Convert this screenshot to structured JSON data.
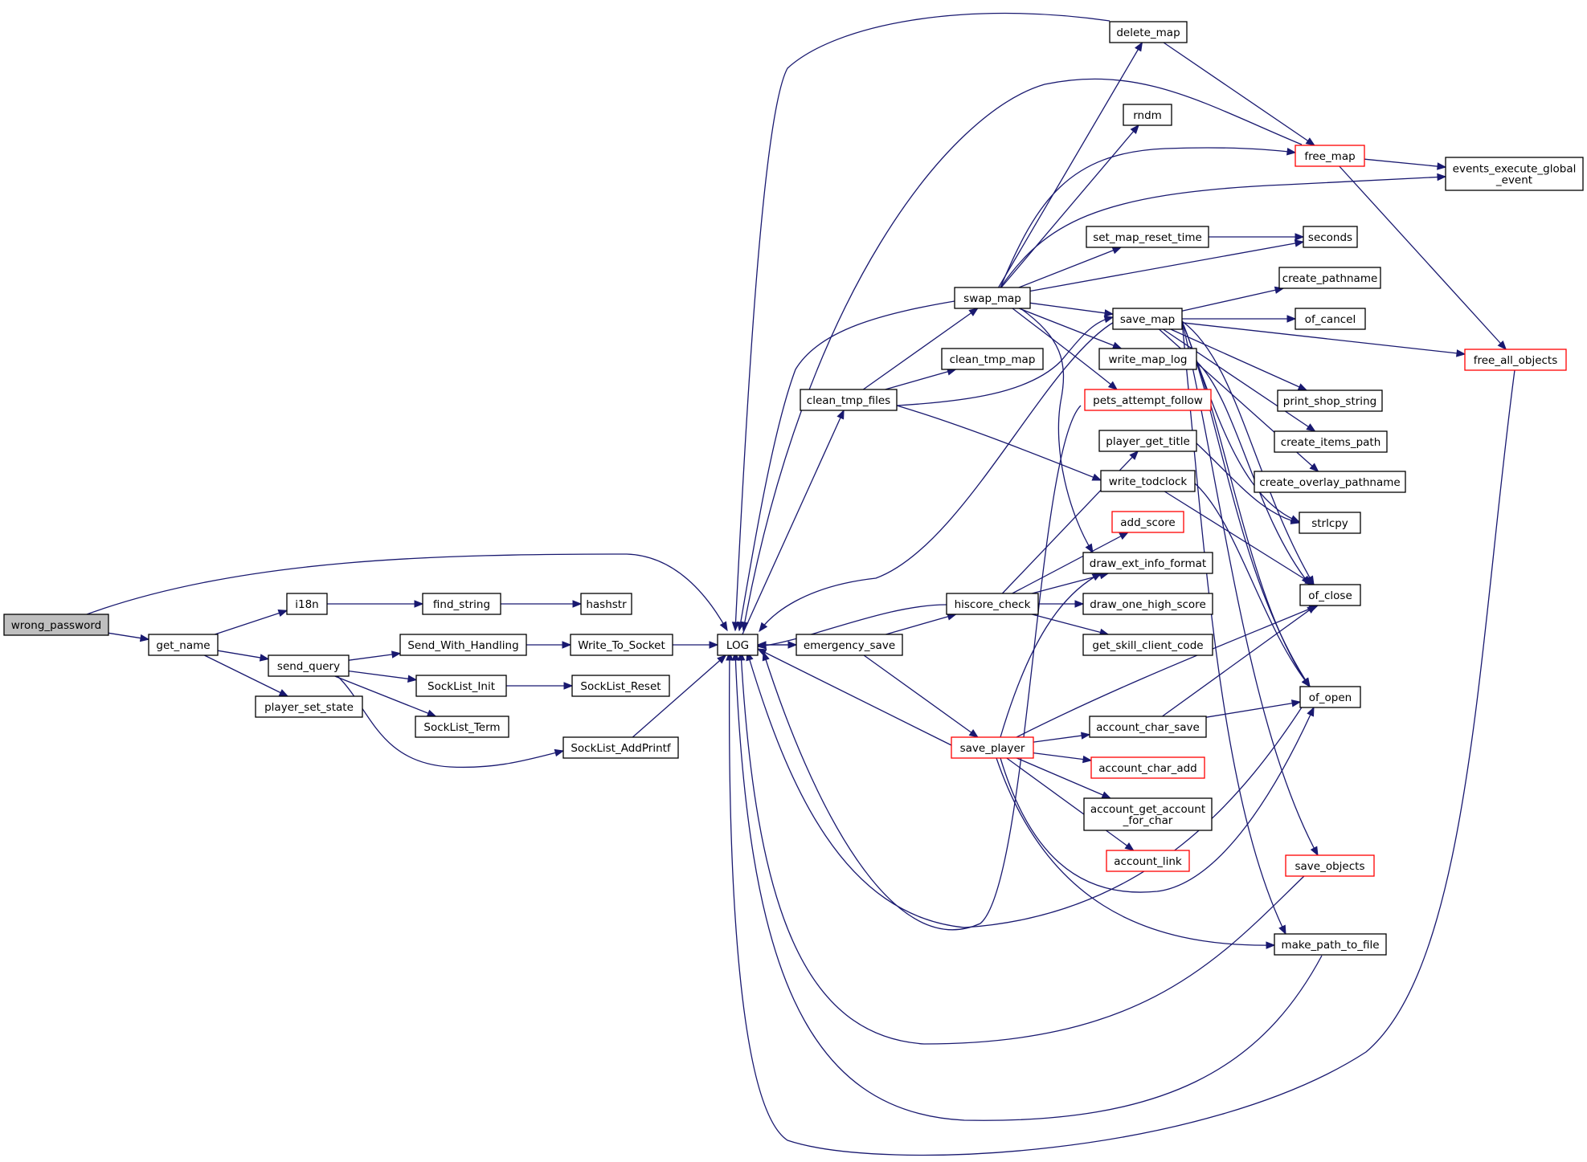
{
  "colors": {
    "edge": "#191970",
    "node_border": "#000000",
    "node_border_truncated": "#ff0000",
    "root_fill": "#bfbfbf"
  },
  "nodes": [
    {
      "id": "wrong_password",
      "lines": [
        "wrong_password"
      ],
      "root": true
    },
    {
      "id": "get_name",
      "lines": [
        "get_name"
      ]
    },
    {
      "id": "i18n",
      "lines": [
        "i18n"
      ]
    },
    {
      "id": "send_query",
      "lines": [
        "send_query"
      ]
    },
    {
      "id": "player_set_state",
      "lines": [
        "player_set_state"
      ]
    },
    {
      "id": "find_string",
      "lines": [
        "find_string"
      ]
    },
    {
      "id": "hashstr",
      "lines": [
        "hashstr"
      ]
    },
    {
      "id": "Send_With_Handling",
      "lines": [
        "Send_With_Handling"
      ]
    },
    {
      "id": "Write_To_Socket",
      "lines": [
        "Write_To_Socket"
      ]
    },
    {
      "id": "SockList_Init",
      "lines": [
        "SockList_Init"
      ]
    },
    {
      "id": "SockList_Reset",
      "lines": [
        "SockList_Reset"
      ]
    },
    {
      "id": "SockList_Term",
      "lines": [
        "SockList_Term"
      ]
    },
    {
      "id": "SockList_AddPrintf",
      "lines": [
        "SockList_AddPrintf"
      ]
    },
    {
      "id": "LOG",
      "lines": [
        "LOG"
      ]
    },
    {
      "id": "emergency_save",
      "lines": [
        "emergency_save"
      ]
    },
    {
      "id": "clean_tmp_files",
      "lines": [
        "clean_tmp_files"
      ]
    },
    {
      "id": "swap_map",
      "lines": [
        "swap_map"
      ]
    },
    {
      "id": "clean_tmp_map",
      "lines": [
        "clean_tmp_map"
      ]
    },
    {
      "id": "hiscore_check",
      "lines": [
        "hiscore_check"
      ]
    },
    {
      "id": "save_player",
      "lines": [
        "save_player"
      ],
      "red": true
    },
    {
      "id": "delete_map",
      "lines": [
        "delete_map"
      ]
    },
    {
      "id": "rndm",
      "lines": [
        "rndm"
      ]
    },
    {
      "id": "set_map_reset_time",
      "lines": [
        "set_map_reset_time"
      ]
    },
    {
      "id": "save_map",
      "lines": [
        "save_map"
      ]
    },
    {
      "id": "write_map_log",
      "lines": [
        "write_map_log"
      ]
    },
    {
      "id": "pets_attempt_follow",
      "lines": [
        "pets_attempt_follow"
      ],
      "red": true
    },
    {
      "id": "player_get_title",
      "lines": [
        "player_get_title"
      ]
    },
    {
      "id": "write_todclock",
      "lines": [
        "write_todclock"
      ]
    },
    {
      "id": "add_score",
      "lines": [
        "add_score"
      ],
      "red": true
    },
    {
      "id": "draw_ext_info_format",
      "lines": [
        "draw_ext_info_format"
      ]
    },
    {
      "id": "draw_one_high_score",
      "lines": [
        "draw_one_high_score"
      ]
    },
    {
      "id": "get_skill_client_code",
      "lines": [
        "get_skill_client_code"
      ]
    },
    {
      "id": "account_char_save",
      "lines": [
        "account_char_save"
      ]
    },
    {
      "id": "account_char_add",
      "lines": [
        "account_char_add"
      ],
      "red": true
    },
    {
      "id": "account_get_account_for_char",
      "lines": [
        "account_get_account",
        "_for_char"
      ]
    },
    {
      "id": "account_link",
      "lines": [
        "account_link"
      ],
      "red": true
    },
    {
      "id": "free_map",
      "lines": [
        "free_map"
      ],
      "red": true
    },
    {
      "id": "events_execute_global_event",
      "lines": [
        "events_execute_global",
        "_event"
      ]
    },
    {
      "id": "seconds",
      "lines": [
        "seconds"
      ]
    },
    {
      "id": "create_pathname",
      "lines": [
        "create_pathname"
      ]
    },
    {
      "id": "of_cancel",
      "lines": [
        "of_cancel"
      ]
    },
    {
      "id": "free_all_objects",
      "lines": [
        "free_all_objects"
      ],
      "red": true
    },
    {
      "id": "print_shop_string",
      "lines": [
        "print_shop_string"
      ]
    },
    {
      "id": "create_items_path",
      "lines": [
        "create_items_path"
      ]
    },
    {
      "id": "create_overlay_pathname",
      "lines": [
        "create_overlay_pathname"
      ]
    },
    {
      "id": "strlcpy",
      "lines": [
        "strlcpy"
      ]
    },
    {
      "id": "of_close",
      "lines": [
        "of_close"
      ]
    },
    {
      "id": "of_open",
      "lines": [
        "of_open"
      ]
    },
    {
      "id": "save_objects",
      "lines": [
        "save_objects"
      ],
      "red": true
    },
    {
      "id": "make_path_to_file",
      "lines": [
        "make_path_to_file"
      ]
    }
  ],
  "edges": [
    [
      "wrong_password",
      "get_name"
    ],
    [
      "wrong_password",
      "LOG"
    ],
    [
      "get_name",
      "i18n"
    ],
    [
      "get_name",
      "send_query"
    ],
    [
      "get_name",
      "player_set_state"
    ],
    [
      "i18n",
      "find_string"
    ],
    [
      "find_string",
      "hashstr"
    ],
    [
      "send_query",
      "Send_With_Handling"
    ],
    [
      "send_query",
      "SockList_Init"
    ],
    [
      "send_query",
      "SockList_Term"
    ],
    [
      "send_query",
      "SockList_AddPrintf"
    ],
    [
      "Send_With_Handling",
      "Write_To_Socket"
    ],
    [
      "Write_To_Socket",
      "LOG"
    ],
    [
      "SockList_Init",
      "SockList_Reset"
    ],
    [
      "SockList_AddPrintf",
      "LOG"
    ],
    [
      "LOG",
      "emergency_save"
    ],
    [
      "LOG",
      "clean_tmp_files"
    ],
    [
      "emergency_save",
      "LOG"
    ],
    [
      "emergency_save",
      "hiscore_check"
    ],
    [
      "emergency_save",
      "save_player"
    ],
    [
      "clean_tmp_files",
      "swap_map"
    ],
    [
      "clean_tmp_files",
      "clean_tmp_map"
    ],
    [
      "clean_tmp_files",
      "save_map"
    ],
    [
      "clean_tmp_files",
      "write_todclock"
    ],
    [
      "swap_map",
      "LOG"
    ],
    [
      "swap_map",
      "delete_map"
    ],
    [
      "swap_map",
      "rndm"
    ],
    [
      "swap_map",
      "free_map"
    ],
    [
      "swap_map",
      "events_execute_global_event"
    ],
    [
      "swap_map",
      "set_map_reset_time"
    ],
    [
      "swap_map",
      "seconds"
    ],
    [
      "swap_map",
      "save_map"
    ],
    [
      "swap_map",
      "write_map_log"
    ],
    [
      "swap_map",
      "pets_attempt_follow"
    ],
    [
      "swap_map",
      "draw_ext_info_format"
    ],
    [
      "hiscore_check",
      "LOG"
    ],
    [
      "hiscore_check",
      "player_get_title"
    ],
    [
      "hiscore_check",
      "add_score"
    ],
    [
      "hiscore_check",
      "draw_ext_info_format"
    ],
    [
      "hiscore_check",
      "draw_one_high_score"
    ],
    [
      "hiscore_check",
      "get_skill_client_code"
    ],
    [
      "save_player",
      "LOG"
    ],
    [
      "save_player",
      "draw_ext_info_format"
    ],
    [
      "save_player",
      "account_char_save"
    ],
    [
      "save_player",
      "account_char_add"
    ],
    [
      "save_player",
      "account_get_account_for_char"
    ],
    [
      "save_player",
      "account_link"
    ],
    [
      "save_player",
      "of_close"
    ],
    [
      "save_player",
      "of_open"
    ],
    [
      "save_player",
      "make_path_to_file"
    ],
    [
      "delete_map",
      "LOG"
    ],
    [
      "delete_map",
      "free_map"
    ],
    [
      "free_map",
      "LOG"
    ],
    [
      "free_map",
      "events_execute_global_event"
    ],
    [
      "free_map",
      "free_all_objects"
    ],
    [
      "free_all_objects",
      "LOG"
    ],
    [
      "set_map_reset_time",
      "seconds"
    ],
    [
      "save_map",
      "LOG"
    ],
    [
      "save_map",
      "create_pathname"
    ],
    [
      "save_map",
      "of_cancel"
    ],
    [
      "save_map",
      "free_all_objects"
    ],
    [
      "save_map",
      "print_shop_string"
    ],
    [
      "save_map",
      "create_items_path"
    ],
    [
      "save_map",
      "create_overlay_pathname"
    ],
    [
      "save_map",
      "strlcpy"
    ],
    [
      "save_map",
      "of_close"
    ],
    [
      "save_map",
      "of_open"
    ],
    [
      "save_map",
      "save_objects"
    ],
    [
      "save_map",
      "make_path_to_file"
    ],
    [
      "write_map_log",
      "of_close"
    ],
    [
      "write_map_log",
      "of_open"
    ],
    [
      "pets_attempt_follow",
      "LOG"
    ],
    [
      "player_get_title",
      "strlcpy"
    ],
    [
      "write_todclock",
      "of_close"
    ],
    [
      "write_todclock",
      "of_open"
    ],
    [
      "account_char_save",
      "of_close"
    ],
    [
      "account_char_save",
      "of_open"
    ],
    [
      "of_open",
      "LOG"
    ],
    [
      "save_objects",
      "LOG"
    ],
    [
      "make_path_to_file",
      "LOG"
    ]
  ]
}
